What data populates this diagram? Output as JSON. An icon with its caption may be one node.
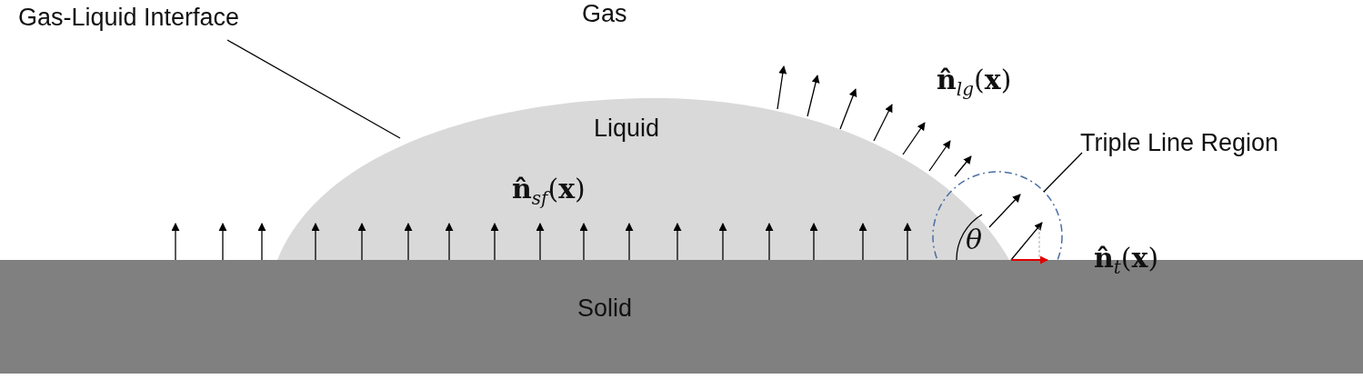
{
  "diagram": {
    "nodes": [
      {
        "text": [
          "Gas-Liquid Interface"
        ]
      },
      {
        "text": [
          "Liquid"
        ]
      },
      {
        "text": [
          "Triple Line Region"
        ]
      },
      {
        "text": [],
        "shape": "circle"
      },
      {
        "text": [
          "Solid"
        ]
      }
    ],
    "edges": [
      {
        "from": 0,
        "to": 1,
        "arrow": "none"
      },
      {
        "from": 2,
        "to": 3,
        "arrow": "none"
      }
    ],
    "labels": [
      "Gas",
      "**n̂**$_{lg}$(**x**)",
      "**n̂**$_{sf}$(**x**)",
      "θ",
      "**n̂**$_{t}$(**x**)"
    ]
  }
}
